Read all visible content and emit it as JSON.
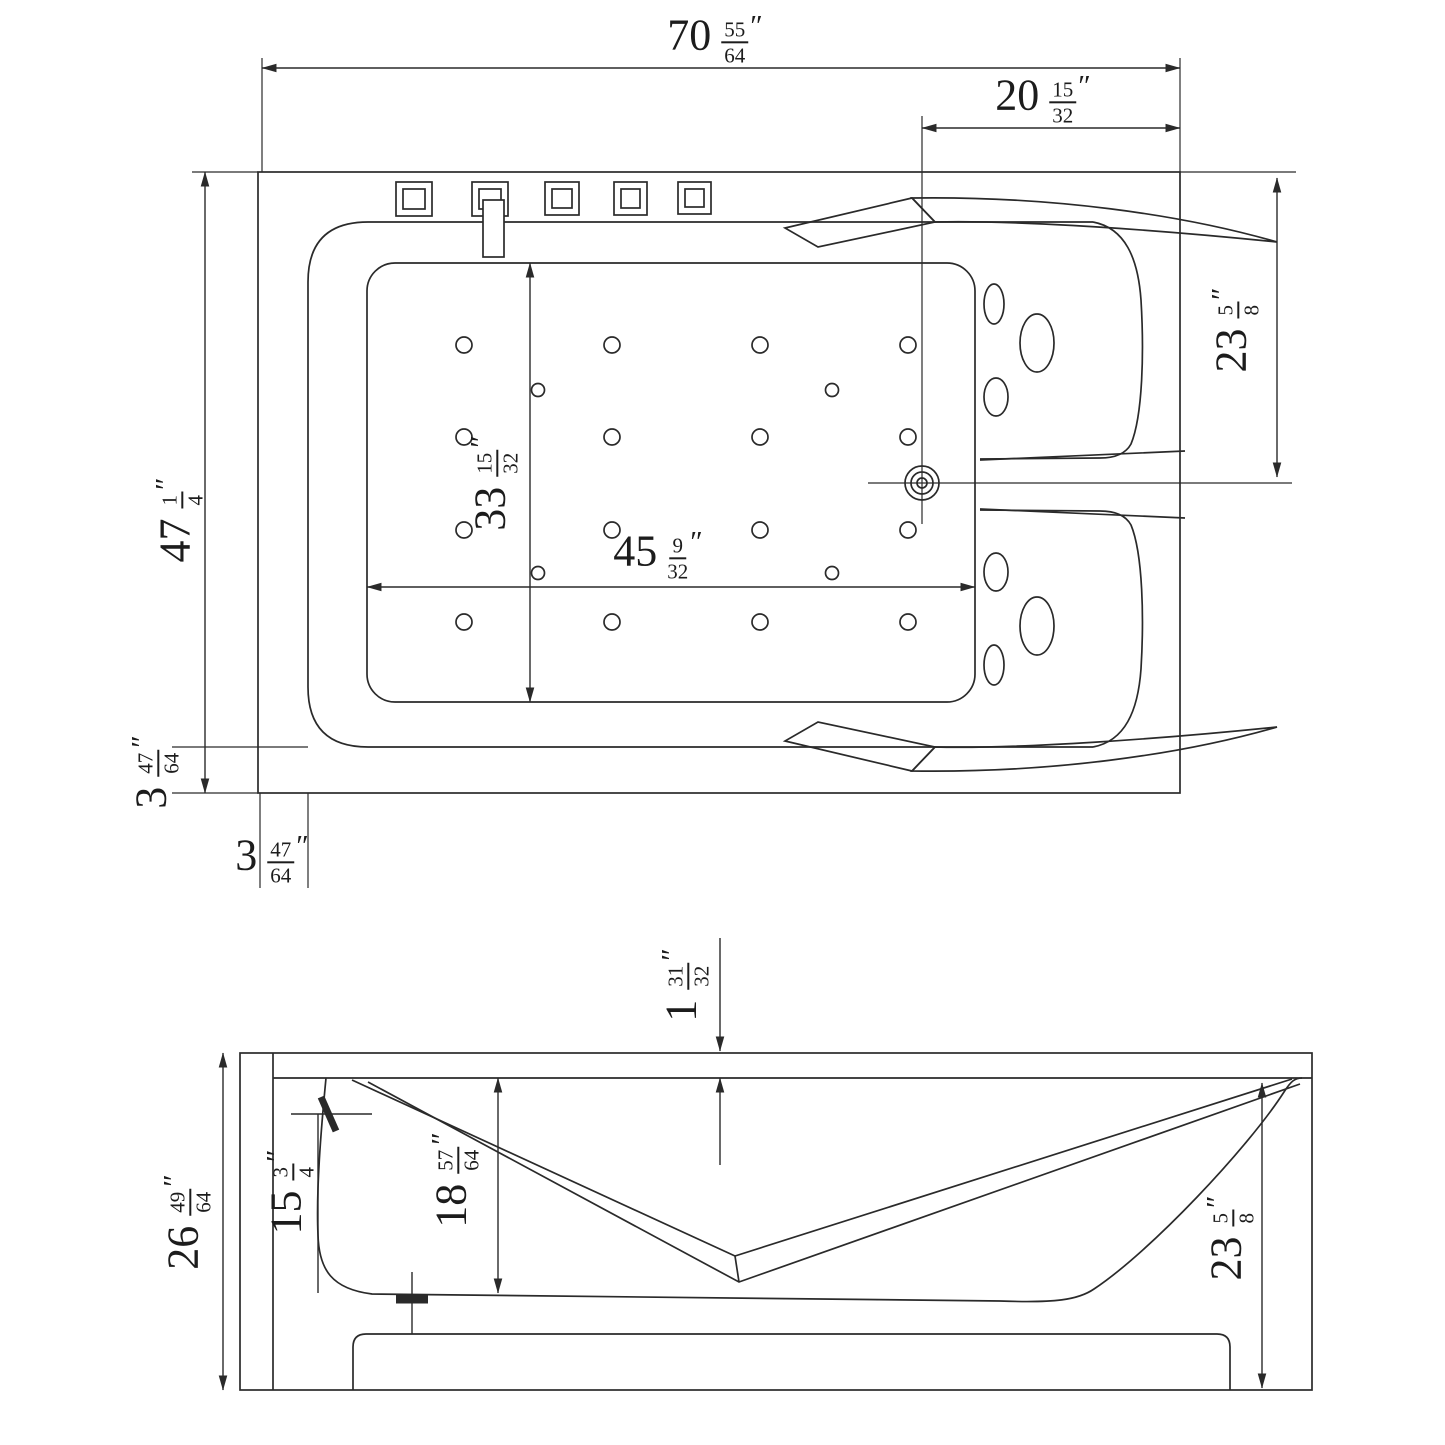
{
  "drawing": {
    "type": "bathtub-dimension-drawing",
    "colors": {
      "line": "#2a2a2a",
      "background": "#ffffff"
    },
    "dims": {
      "overall_width": {
        "whole": "70",
        "num": "55",
        "den": "64",
        "unit": "″"
      },
      "drain_offset": {
        "whole": "20",
        "num": "15",
        "den": "32",
        "unit": "″"
      },
      "rim_to_drain": {
        "whole": "23",
        "num": "5",
        "den": "8",
        "unit": "″"
      },
      "overall_depth": {
        "whole": "47",
        "num": "1",
        "den": "4",
        "unit": "″"
      },
      "basin_width": {
        "whole": "33",
        "num": "15",
        "den": "32",
        "unit": "″"
      },
      "basin_length": {
        "whole": "45",
        "num": "9",
        "den": "32",
        "unit": "″"
      },
      "rim_offset_vertical": {
        "whole": "3",
        "num": "47",
        "den": "64",
        "unit": "″"
      },
      "rim_offset_horizontal": {
        "whole": "3",
        "num": "47",
        "den": "64",
        "unit": "″"
      },
      "rim_thickness": {
        "whole": "1",
        "num": "31",
        "den": "32",
        "unit": "″"
      },
      "overall_height": {
        "whole": "26",
        "num": "49",
        "den": "64",
        "unit": "″"
      },
      "faucet_height": {
        "whole": "15",
        "num": "3",
        "den": "4",
        "unit": "″"
      },
      "interior_depth": {
        "whole": "18",
        "num": "57",
        "den": "64",
        "unit": "″"
      },
      "side_height": {
        "whole": "23",
        "num": "5",
        "den": "8",
        "unit": "″"
      }
    }
  }
}
